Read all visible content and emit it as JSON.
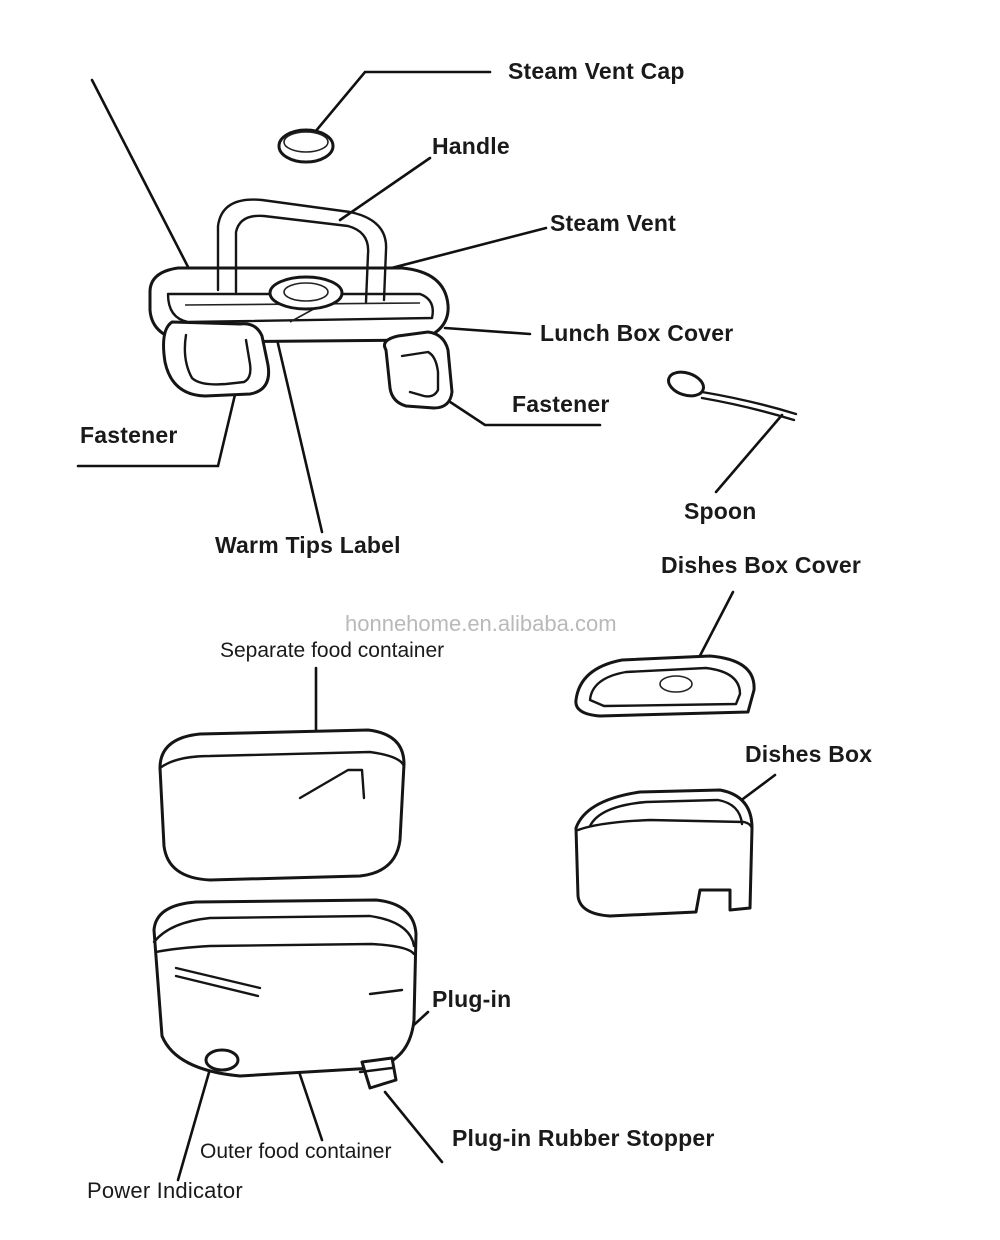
{
  "labels": {
    "steam_vent_cap": "Steam Vent Cap",
    "handle": "Handle",
    "steam_vent": "Steam Vent",
    "lunch_box_cover": "Lunch Box Cover",
    "fastener_right": "Fastener",
    "fastener_left": "Fastener",
    "spoon": "Spoon",
    "warm_tips_label": "Warm Tips Label",
    "dishes_box_cover": "Dishes Box Cover",
    "separate_food_container": "Separate food container",
    "dishes_box": "Dishes Box",
    "plug_in": "Plug-in",
    "plug_in_rubber_stopper": "Plug-in Rubber Stopper",
    "outer_food_container": "Outer food container",
    "power_indicator": "Power Indicator"
  },
  "watermark": "honnehome.en.alibaba.com"
}
